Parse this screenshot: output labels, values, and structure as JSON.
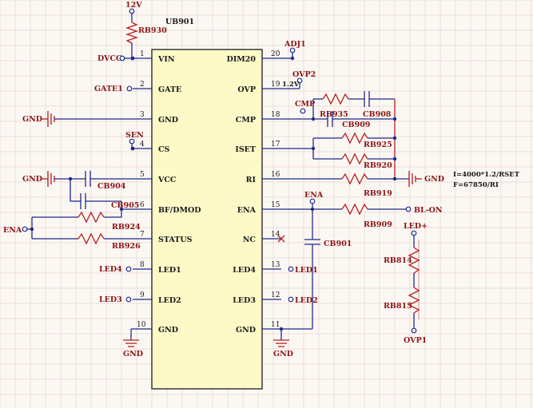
{
  "chip": {
    "ref": "UB901"
  },
  "left_pins": [
    {
      "num": "1",
      "name": "VIN",
      "net": "DVCC"
    },
    {
      "num": "2",
      "name": "GATE",
      "net": "GATE1"
    },
    {
      "num": "3",
      "name": "GND",
      "net": "GND"
    },
    {
      "num": "4",
      "name": "CS",
      "net": "SEN"
    },
    {
      "num": "5",
      "name": "VCC",
      "net": "GND"
    },
    {
      "num": "6",
      "name": "BF/DMOD",
      "net": ""
    },
    {
      "num": "7",
      "name": "STATUS",
      "net": ""
    },
    {
      "num": "8",
      "name": "LED1",
      "net": "LED4"
    },
    {
      "num": "9",
      "name": "LED2",
      "net": "LED3"
    },
    {
      "num": "10",
      "name": "GND",
      "net": "GND"
    }
  ],
  "right_pins": [
    {
      "num": "20",
      "name": "DIM20",
      "net": "ADJ1"
    },
    {
      "num": "19",
      "name": "OVP",
      "net": "OVP2"
    },
    {
      "num": "18",
      "name": "CMP",
      "net": "CMP"
    },
    {
      "num": "17",
      "name": "ISET",
      "net": ""
    },
    {
      "num": "16",
      "name": "RI",
      "net": "GND"
    },
    {
      "num": "15",
      "name": "ENA",
      "net": "ENA"
    },
    {
      "num": "14",
      "name": "NC",
      "net": ""
    },
    {
      "num": "13",
      "name": "LED4",
      "net": "LED1"
    },
    {
      "num": "12",
      "name": "LED3",
      "net": "LED2"
    },
    {
      "num": "11",
      "name": "GND",
      "net": "GND"
    }
  ],
  "labels": {
    "v12": "12V",
    "rb930": "RB930",
    "ovp_volt": "1.2V",
    "rb935": "RB935",
    "cb908": "CB908",
    "cb909": "CB909",
    "rb925": "RB925",
    "rb920": "RB920",
    "rb919": "RB919",
    "cb904": "CB904",
    "cb905": "CB905",
    "rb924": "RB924",
    "rb926": "RB926",
    "ena_left": "ENA",
    "rb909": "RB909",
    "bl_on": "BL-ON",
    "cb901": "CB901",
    "led_plus": "LED+",
    "rb814": "RB814",
    "rb815": "RB815",
    "ovp1": "OVP1",
    "gnd_ri": "GND",
    "gnd_pin10": "GND",
    "gnd_pin11": "GND"
  },
  "notes": {
    "iset_formula": "I=4000*1.2/RSET",
    "freq_formula": "F=67850/RI"
  }
}
